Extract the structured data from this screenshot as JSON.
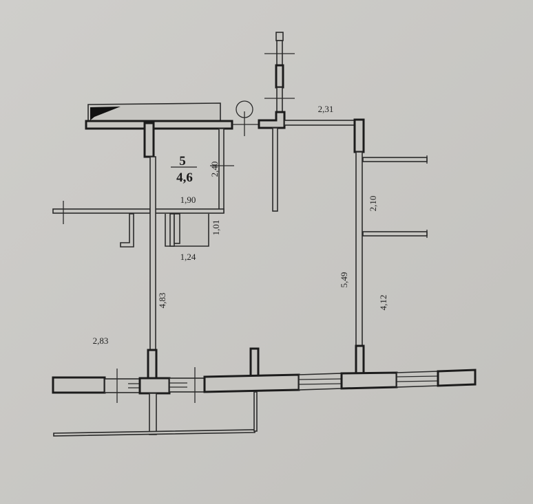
{
  "plan": {
    "room": {
      "number": "5",
      "area": "4,6"
    },
    "dimensions": {
      "room_height": "2,40",
      "room_width": "1,90",
      "niche_depth": "1,01",
      "niche_width": "1,24",
      "left_wall": "4,83",
      "left_outside": "2,83",
      "top_right": "2,31",
      "right_spur": "2,10",
      "main_height": "5,49",
      "right_outside": "4,12"
    }
  }
}
